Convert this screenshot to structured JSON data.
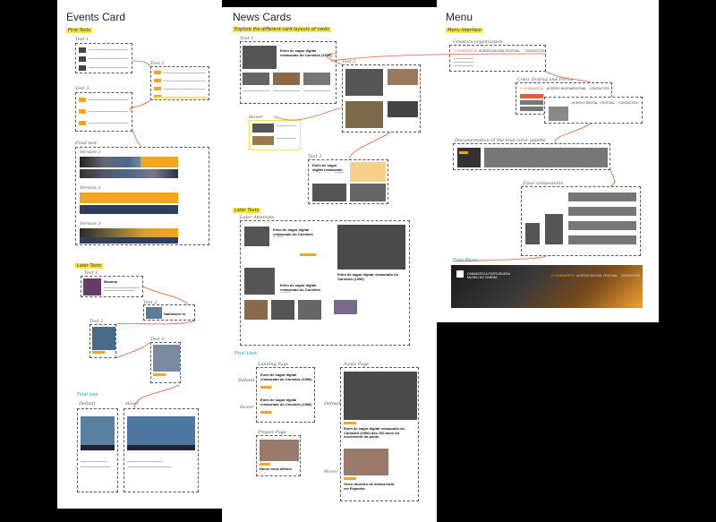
{
  "events": {
    "title": "Events Card",
    "first_tests": "First Tests",
    "test1": "Test 1",
    "test2": "Test 2",
    "test3": "Test 3",
    "final_test": "Final test",
    "version1": "Version 1",
    "version2": "Version 2",
    "version3": "Version 3",
    "later_tests": "Later Tests",
    "final_look": "Final look",
    "default": "Default",
    "hover": "Hover",
    "test_card_title": "Mamma",
    "card2_title": "Halloween is Pass"
  },
  "news": {
    "title": "News Cards",
    "explore": "Explore the different card layouts of cards",
    "test1": "Test 1",
    "test2": "Test 2",
    "test3": "Test 3",
    "hover": "Hover",
    "later_tests": "Later Tests",
    "later_sub": "Later Attempts",
    "headline": "Enim de sagar digital restaurado do Carnides (1956)",
    "final_look": "Final Look",
    "landing_page": "Landing Page",
    "news_page": "News Page",
    "project_page": "Project Page",
    "default": "Default",
    "hover_lbl": "Hover",
    "big_headline": "Enim de sagar digital restaurado do Carnides (1956) das 100 anos do movimento do ponto",
    "cards_headline": "Nume nova difinire todo",
    "default_headline": "Onco dezedes de democracia em Espanha"
  },
  "menu": {
    "title": "Menu",
    "tag": "Menu Interface",
    "creator": "Creators organization",
    "color_testing": "Color Testing and Forms",
    "documentation": "Documentation of the final color palette",
    "final_components": "Final components",
    "final_menu": "Final Menu",
    "items": [
      "O CINEMATECA",
      "ACERVO DIGITAL",
      "FESTIVAL",
      "CONTACTOS"
    ],
    "brand": "CINEMATECA PORTUGUESA MUSEU DO CINEMA"
  },
  "colors": {
    "accent": "#f3a51c",
    "highlight": "#f7e64a",
    "cyan": "#1aa3b5",
    "connector": "#e0603a"
  }
}
